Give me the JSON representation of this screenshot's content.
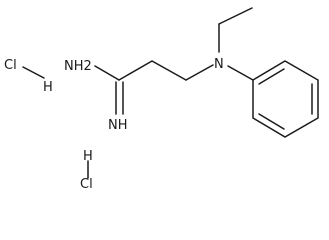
{
  "molecule": {
    "atoms": {
      "amine": "NH2",
      "imine": "NH",
      "nitrogen": "N",
      "chlorine_1": "Cl",
      "hydrogen_1": "H",
      "chlorine_2": "Cl",
      "hydrogen_2": "H"
    }
  }
}
